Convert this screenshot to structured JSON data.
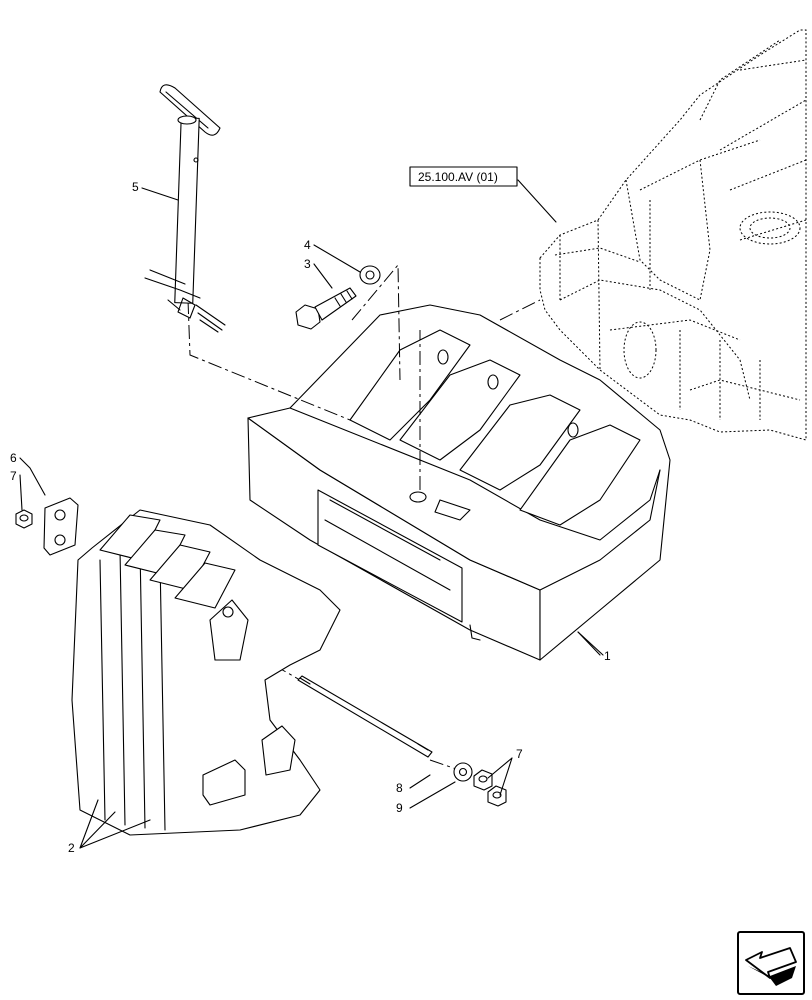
{
  "reference": {
    "label": "25.100.AV (01)"
  },
  "callouts": {
    "c1": "1",
    "c2": "2",
    "c3": "3",
    "c4": "4",
    "c5": "5",
    "c6": "6",
    "c7a": "7",
    "c7b": "7",
    "c8": "8",
    "c9": "9"
  },
  "nav_icon": "arrow-icon"
}
